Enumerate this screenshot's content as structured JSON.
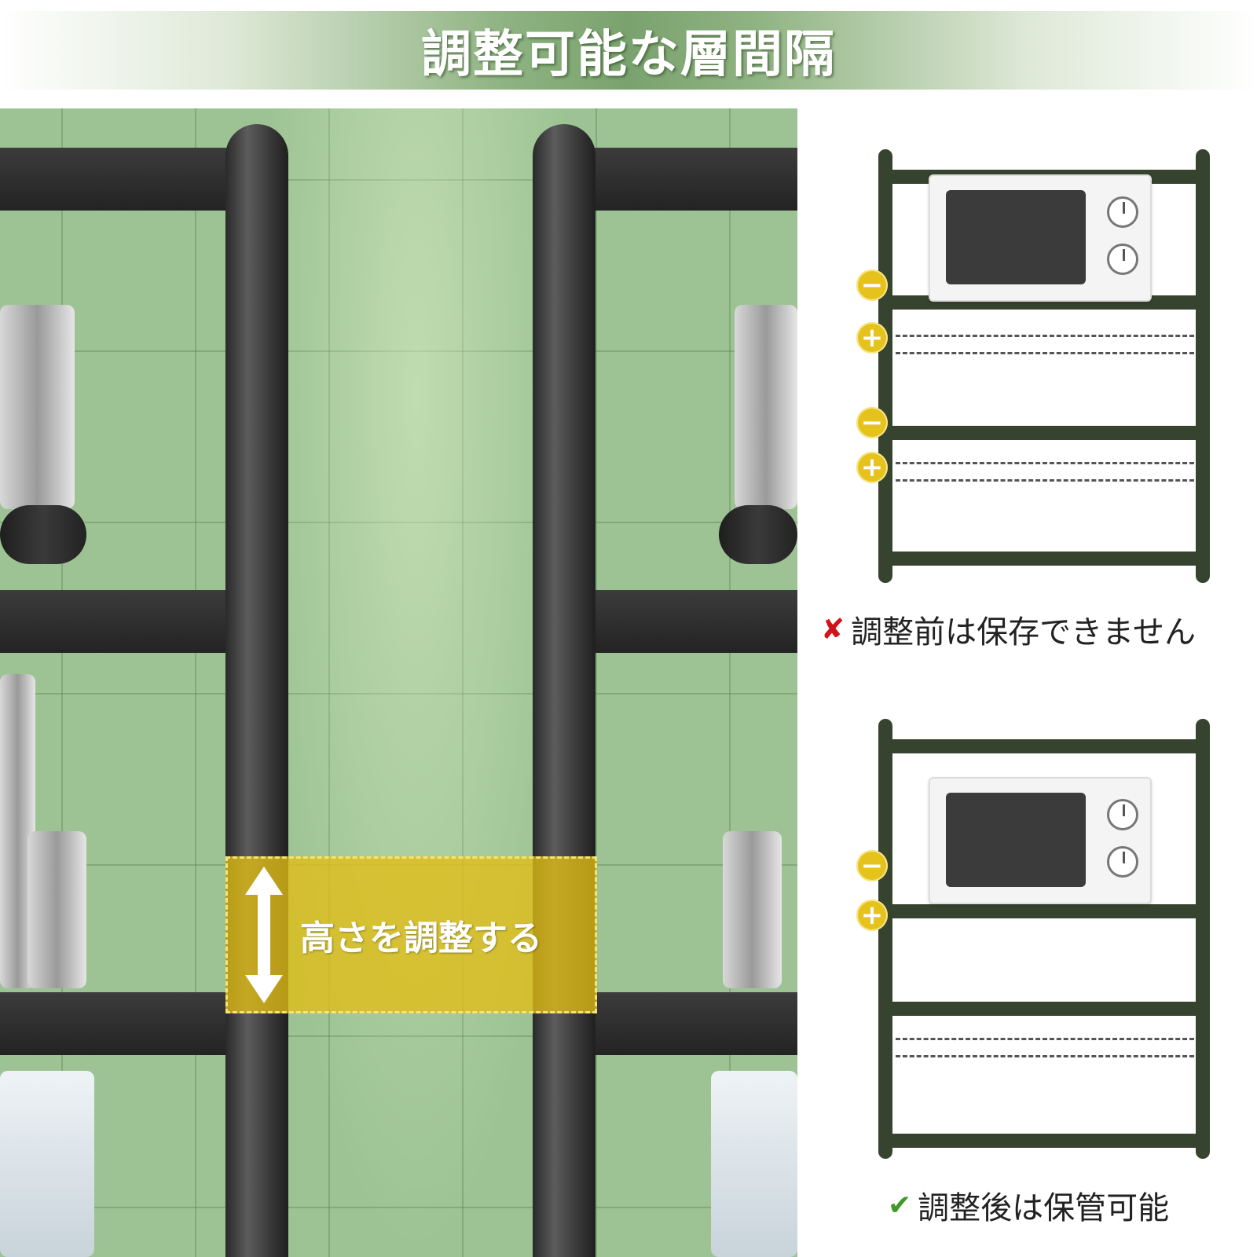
{
  "banner": {
    "title": "調整可能な層間隔"
  },
  "photo": {
    "adjust_label": "高さを調整する"
  },
  "diagram_before": {
    "caption": "調整前は保存できません",
    "status_icon": "cross-icon",
    "markers": [
      "−",
      "+",
      "−",
      "+"
    ]
  },
  "diagram_after": {
    "caption": "調整後は保管可能",
    "status_icon": "check-icon",
    "markers": [
      "−",
      "+"
    ]
  },
  "colors": {
    "banner_green": "#7aa26e",
    "frame": "#36432e",
    "marker_yellow": "#e6c21d",
    "highlight_yellow": "#e1be14",
    "cross_red": "#d0121b",
    "check_green": "#3f9a2a"
  }
}
